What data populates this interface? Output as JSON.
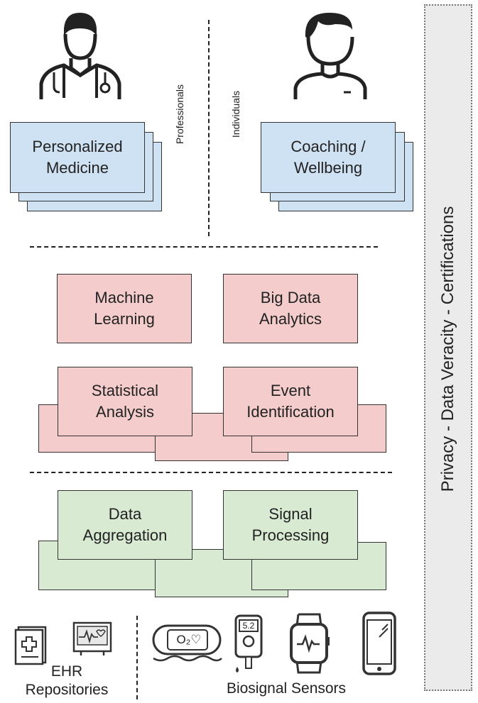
{
  "top": {
    "left_box_label": "Personalized\nMedicine",
    "right_box_label": "Coaching /\nWellbeing",
    "professionals_label": "Professionals",
    "individuals_label": "Individuals"
  },
  "analytics": {
    "machine_learning": "Machine\nLearning",
    "big_data": "Big Data\nAnalytics",
    "statistical": "Statistical\nAnalysis",
    "event": "Event\nIdentification"
  },
  "processing": {
    "aggregation": "Data\nAggregation",
    "signal": "Signal\nProcessing"
  },
  "sources": {
    "ehr_label": "EHR\nRepositories",
    "sensors_label": "Biosignal Sensors",
    "oximeter_text": "O₂♡",
    "glucometer_text": "5.2"
  },
  "side_bar_label": "Privacy - Data Veracity - Certifications",
  "colors": {
    "blue": "#cfe2f3",
    "pink": "#f4cccc",
    "green": "#d9ead3"
  }
}
